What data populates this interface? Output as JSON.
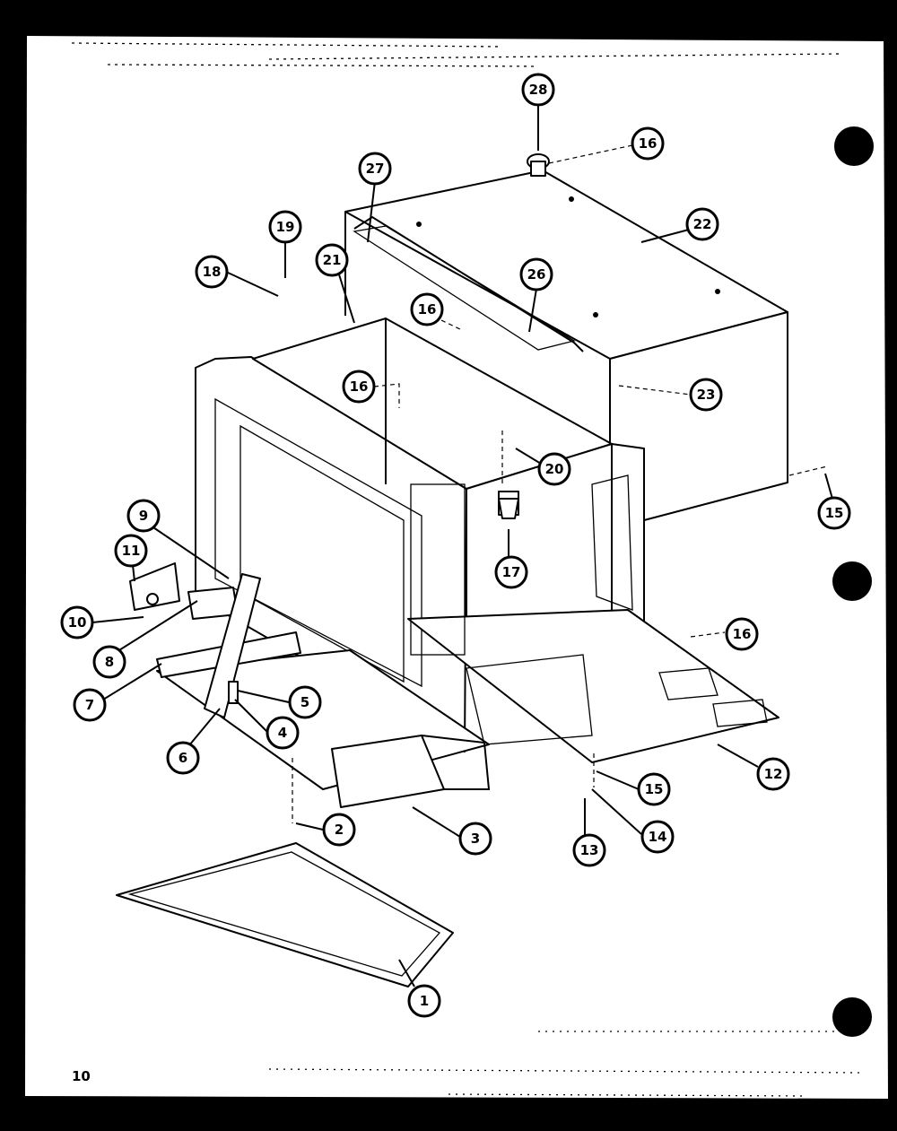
{
  "page_number": "10",
  "callouts": [
    {
      "label": "1"
    },
    {
      "label": "2"
    },
    {
      "label": "3"
    },
    {
      "label": "4"
    },
    {
      "label": "5"
    },
    {
      "label": "6"
    },
    {
      "label": "6"
    },
    {
      "label": "7"
    },
    {
      "label": "8"
    },
    {
      "label": "9"
    },
    {
      "label": "10"
    },
    {
      "label": "11"
    },
    {
      "label": "12"
    },
    {
      "label": "13"
    },
    {
      "label": "14"
    },
    {
      "label": "15"
    },
    {
      "label": "15"
    },
    {
      "label": "16"
    },
    {
      "label": "16"
    },
    {
      "label": "16"
    },
    {
      "label": "16"
    },
    {
      "label": "17"
    },
    {
      "label": "18"
    },
    {
      "label": "19"
    },
    {
      "label": "20"
    },
    {
      "label": "21"
    },
    {
      "label": "22"
    },
    {
      "label": "23"
    },
    {
      "label": "26"
    },
    {
      "label": "27"
    },
    {
      "label": "28"
    }
  ]
}
